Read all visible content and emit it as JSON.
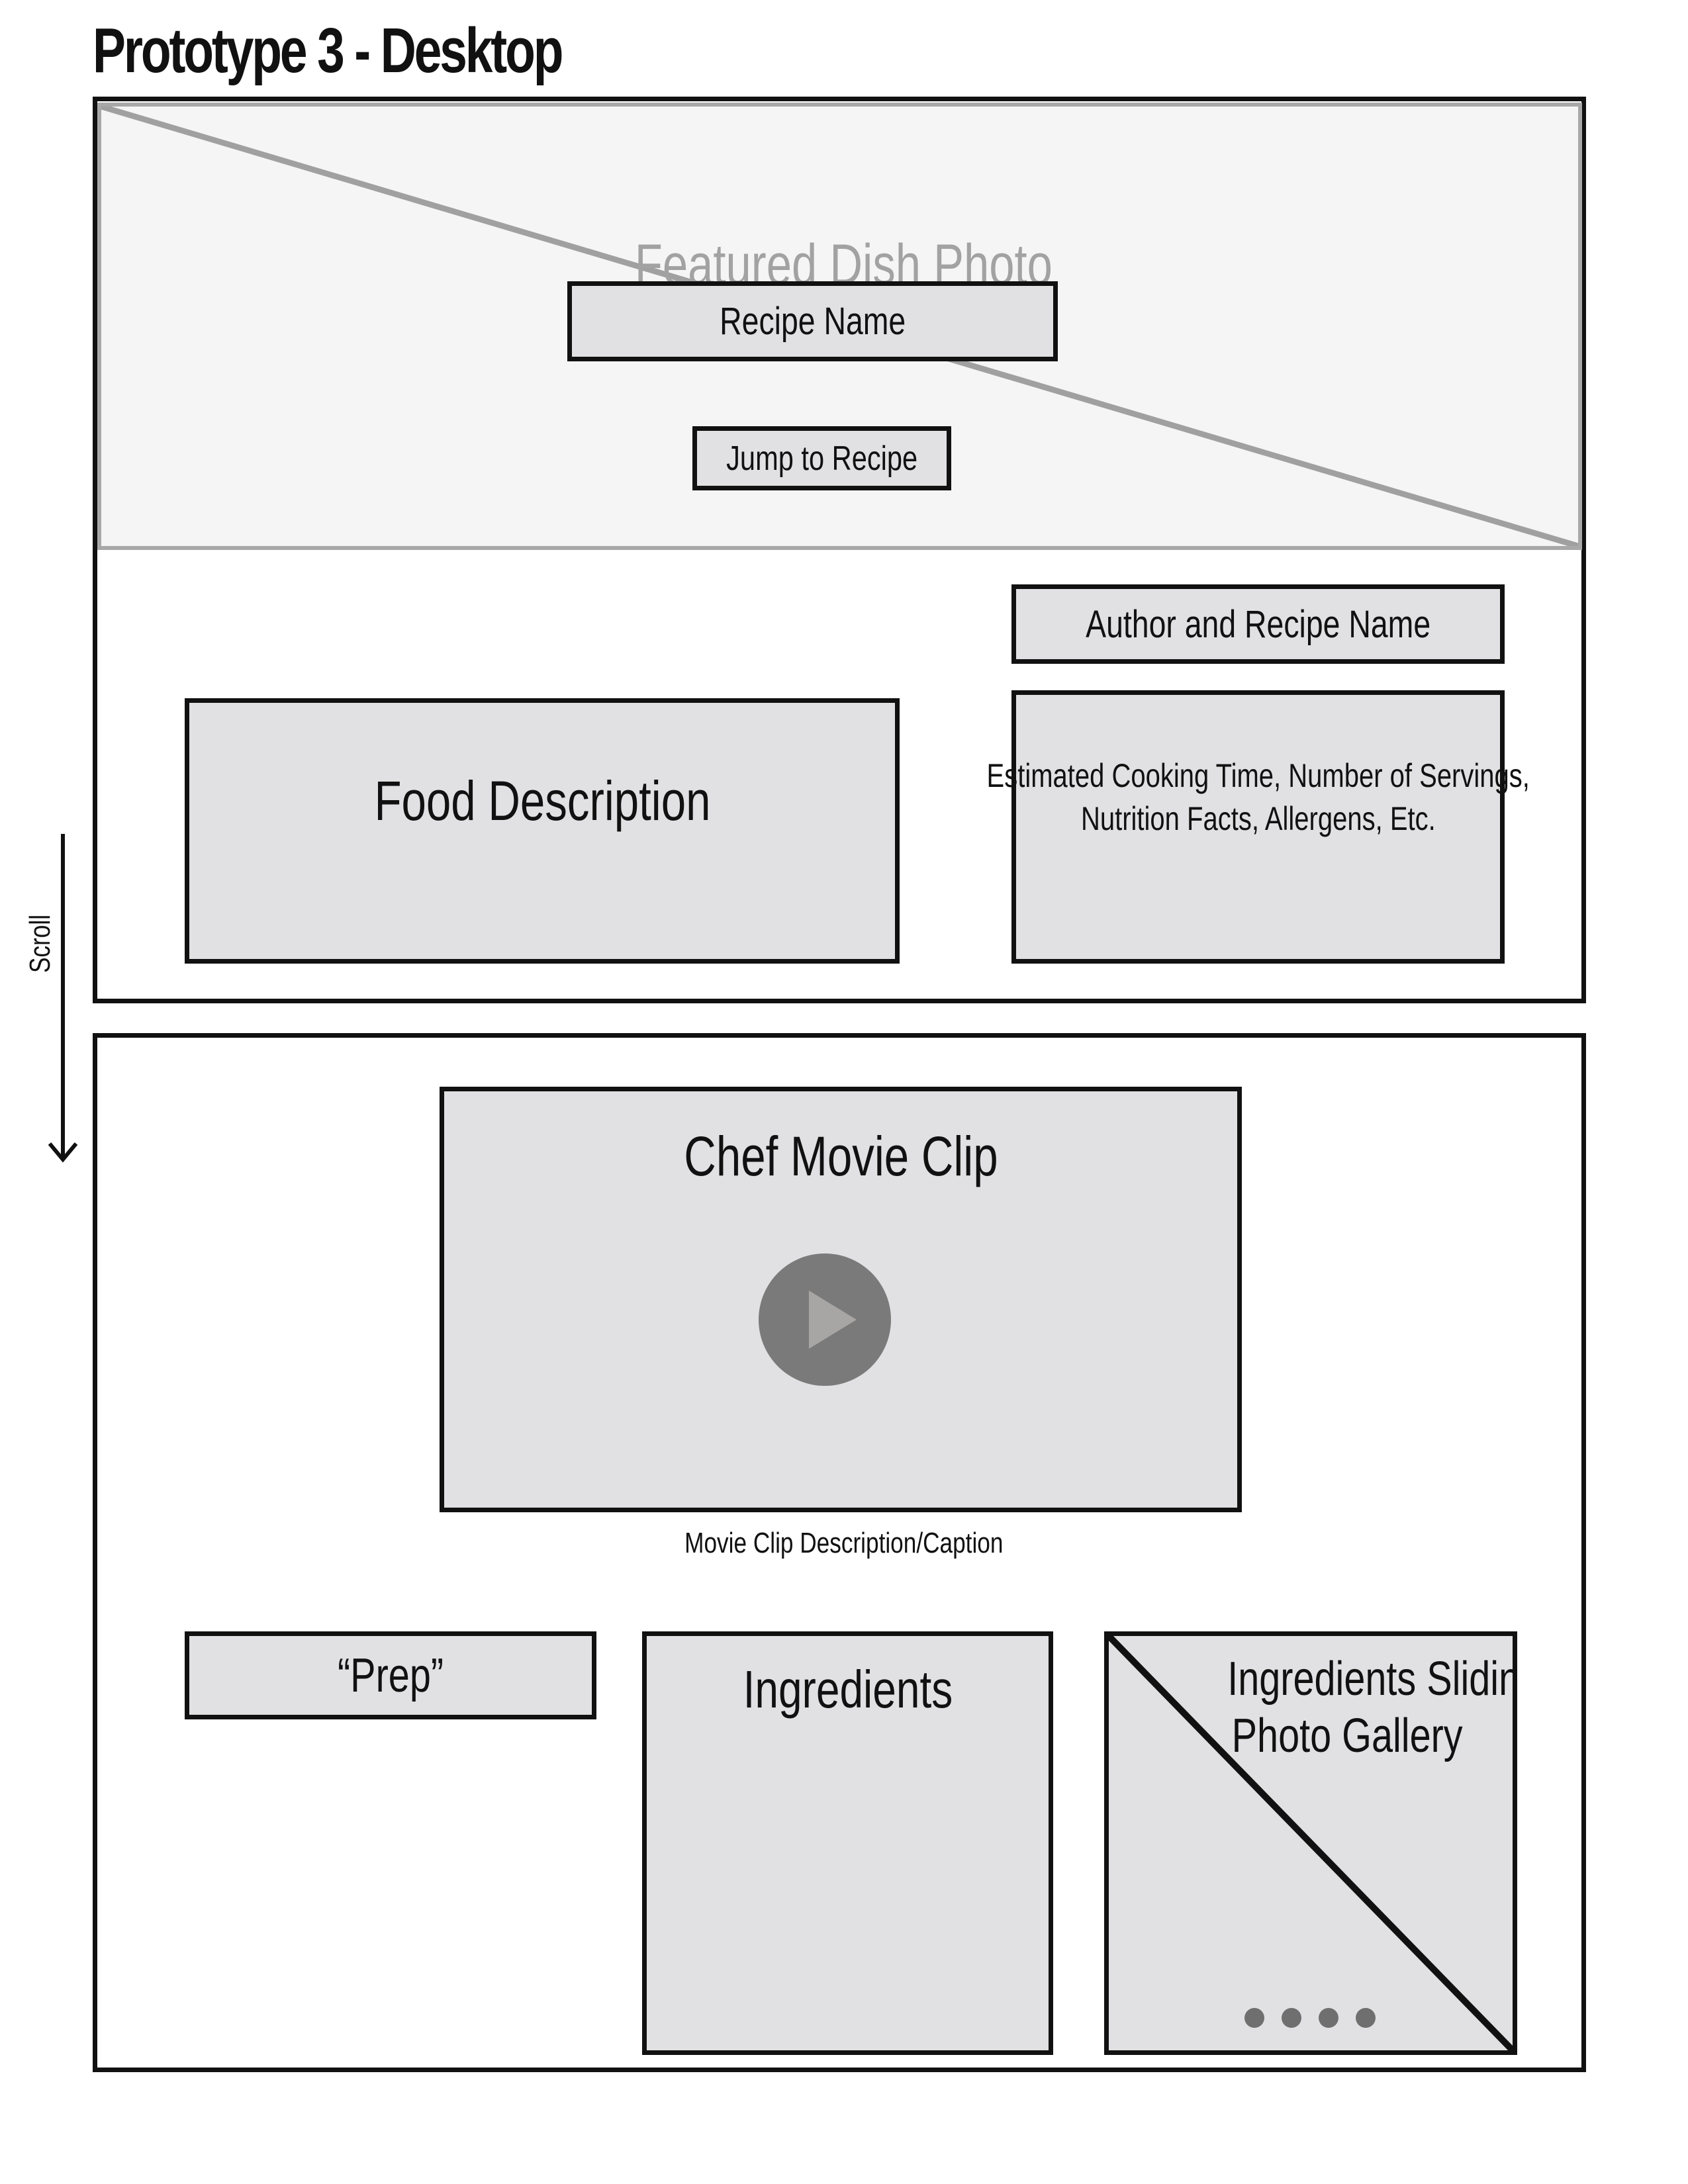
{
  "page": {
    "title": "Prototype 3 - Desktop"
  },
  "hero": {
    "photo_label": "Featured Dish Photo",
    "recipe_name_label": "Recipe Name",
    "jump_button_label": "Jump to Recipe"
  },
  "intro": {
    "author_label": "Author and Recipe Name",
    "food_description_label": "Food Description",
    "info_line1": "Estimated Cooking Time, Number of Servings,",
    "info_line2": "Nutrition Facts, Allergens, Etc."
  },
  "scroll": {
    "label": "Scroll",
    "icon": "down-arrow-icon"
  },
  "video": {
    "title": "Chef Movie Clip",
    "play_icon": "play-icon",
    "caption": "Movie Clip Description/Caption"
  },
  "recipe": {
    "prep_label": "“Prep”",
    "ingredients_label": "Ingredients",
    "gallery_line1": "Ingredients Sliding",
    "gallery_line2": "Photo Gallery",
    "gallery_dots_count": 4
  },
  "colors": {
    "box_fill": "#e1e1e3",
    "hero_fill": "#f4f5f4",
    "placeholder_text": "#a2a2a2",
    "play_circle": "#7a7a7b",
    "play_triangle": "#a8a6a4"
  }
}
